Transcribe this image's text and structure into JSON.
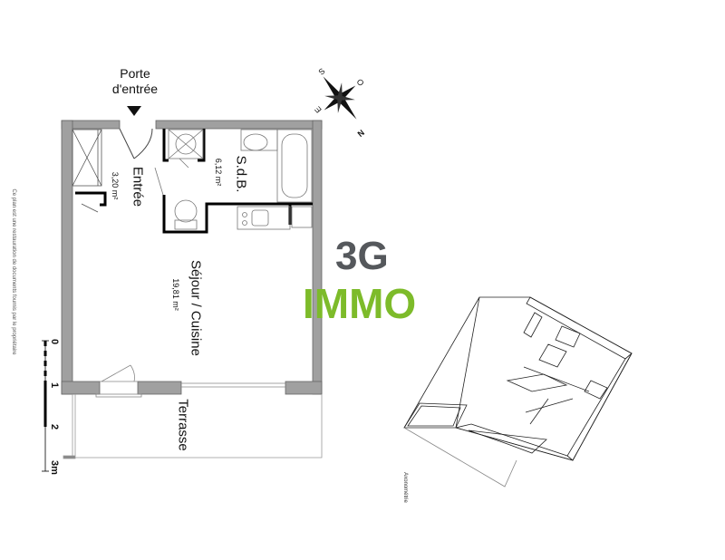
{
  "plan": {
    "entrance_label_line1": "Porte",
    "entrance_label_line2": "d'entrée",
    "rooms": [
      {
        "name": "Entrée",
        "area": "3,20 m²"
      },
      {
        "name": "S.d.B.",
        "area": "6,12 m²"
      },
      {
        "name": "Séjour / Cuisine",
        "area": "19,81 m²"
      },
      {
        "name": "Terrasse"
      }
    ],
    "scale": [
      "0",
      "1",
      "2",
      "3m"
    ],
    "compass": {
      "s": "S",
      "o": "O",
      "e": "E",
      "n": "N"
    },
    "disclaimer": "Ce plan est une restauration de documents fournis par le propriétaire",
    "axonometry_label": "Axonométrie"
  },
  "logo": {
    "line1": "3G",
    "line2": "IMMO",
    "color1": "#55585c",
    "color2": "#7dbb2a"
  },
  "colors": {
    "wall": "#a0a0a0",
    "wall_stroke": "#555555",
    "partition": "#000000"
  }
}
